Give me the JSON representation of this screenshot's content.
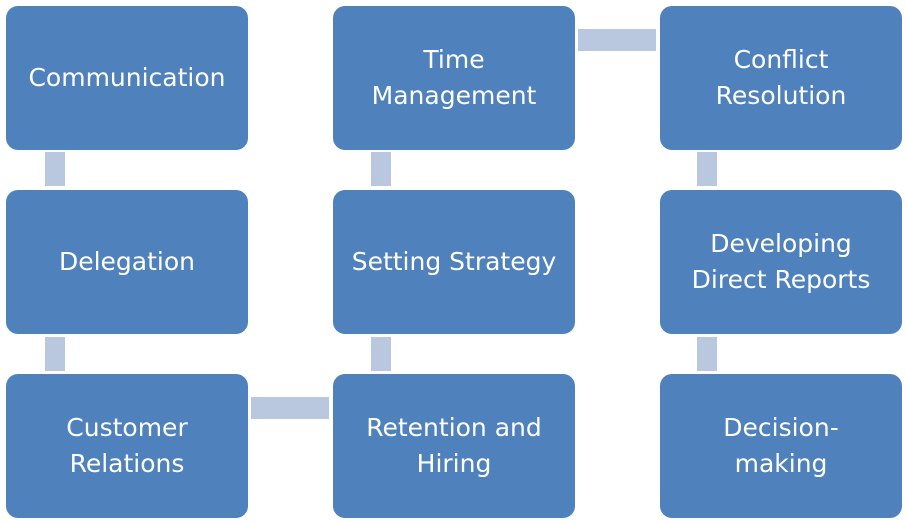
{
  "diagram": {
    "nodes": [
      {
        "id": "communication",
        "label": "Communication"
      },
      {
        "id": "delegation",
        "label": "Delegation"
      },
      {
        "id": "customer-relations",
        "label": "Customer Relations"
      },
      {
        "id": "retention-hiring",
        "label": "Retention and Hiring"
      },
      {
        "id": "setting-strategy",
        "label": "Setting Strategy"
      },
      {
        "id": "time-management",
        "label": "Time Management"
      },
      {
        "id": "conflict-resolution",
        "label": "Conflict Resolution"
      },
      {
        "id": "developing-direct-reports",
        "label": "Developing Direct Reports"
      },
      {
        "id": "decision-making",
        "label": "Decision-making"
      }
    ],
    "edges": [
      [
        "communication",
        "delegation"
      ],
      [
        "delegation",
        "customer-relations"
      ],
      [
        "customer-relations",
        "retention-hiring"
      ],
      [
        "retention-hiring",
        "setting-strategy"
      ],
      [
        "setting-strategy",
        "time-management"
      ],
      [
        "time-management",
        "conflict-resolution"
      ],
      [
        "conflict-resolution",
        "developing-direct-reports"
      ],
      [
        "developing-direct-reports",
        "decision-making"
      ]
    ],
    "colors": {
      "node_fill": "#4f81bd",
      "connector": "#b9c8df",
      "text": "#ffffff"
    }
  }
}
